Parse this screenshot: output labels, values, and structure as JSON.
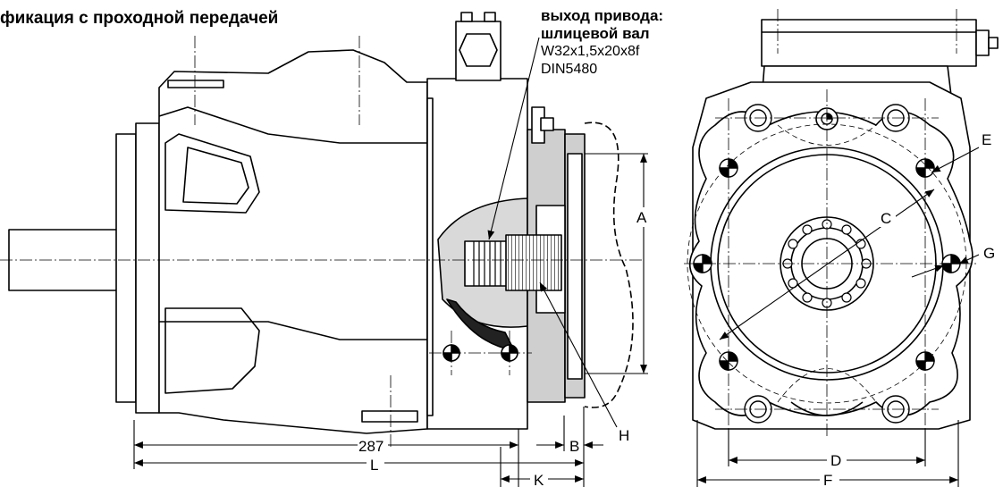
{
  "title": "фикация с проходной передачей",
  "callout": {
    "line1": "выход привода:",
    "line2": "шлицевой вал",
    "line3": "W32x1,5x20x8f",
    "line4": "DIN5480"
  },
  "labels": {
    "A": "A",
    "B": "B",
    "C": "C",
    "D": "D",
    "E": "E",
    "F": "F",
    "G": "G",
    "H": "H",
    "K": "K",
    "L": "L",
    "dim287": "287"
  }
}
